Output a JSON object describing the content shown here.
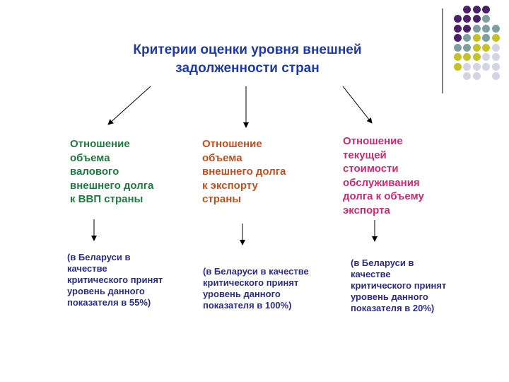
{
  "title": {
    "line1": "Критерии оценки уровня внешней",
    "line2": "задолженности стран"
  },
  "criteria": [
    {
      "lines": [
        "Отношение",
        "объема",
        "валового",
        "внешнего долга",
        "к ВВП страны"
      ],
      "color": "#1f7a40"
    },
    {
      "lines": [
        "Отношение",
        "объема",
        "внешнего долга",
        "к экспорту",
        "страны"
      ],
      "color": "#c0501f"
    },
    {
      "lines": [
        "Отношение",
        "текущей",
        "стоимости",
        "обслуживания",
        "долга к объему",
        "экспорта"
      ],
      "color": "#cc2a6e"
    }
  ],
  "notes": [
    {
      "lines": [
        "(в Беларуси в",
        "качестве",
        "критического принят",
        "уровень данного",
        "показателя в 55%)"
      ]
    },
    {
      "lines": [
        "(в Беларуси в качестве",
        "критического принят",
        "уровень данного",
        "показателя в 100%)"
      ]
    },
    {
      "lines": [
        "(в Беларуси в",
        "качестве",
        "критического принят",
        "уровень данного",
        "показателя в 20%)"
      ]
    }
  ],
  "colors": {
    "title": "#1f3ba3",
    "note": "#2b2b8c",
    "dot_purple": "#4a2068",
    "dot_teal": "#7e9fa0",
    "dot_olive": "#c4c228",
    "dot_light": "#d4d4e2"
  }
}
